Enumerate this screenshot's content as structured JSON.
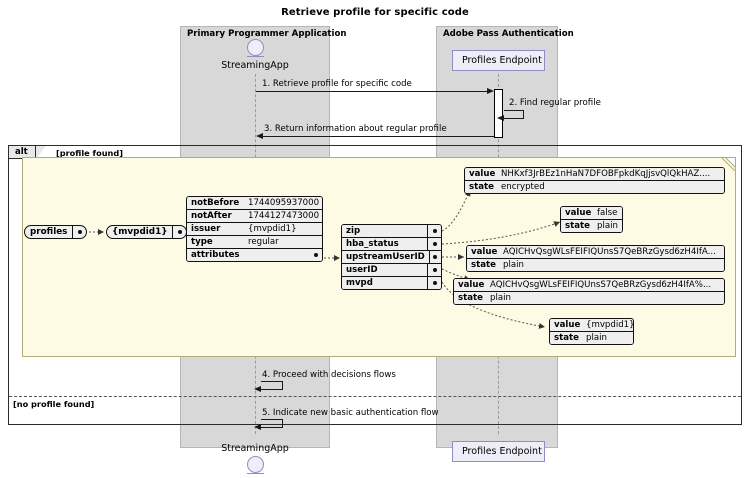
{
  "title": "Retrieve profile for specific code",
  "groups": [
    {
      "name": "Primary Programmer Application"
    },
    {
      "name": "Adobe Pass Authentication"
    }
  ],
  "participants": {
    "actor": {
      "name": "StreamingApp",
      "icon": "actor-icon"
    },
    "endpoint": {
      "name": "Profiles Endpoint"
    }
  },
  "messages": [
    {
      "num": "1.",
      "label": "1. Retrieve profile for specific code",
      "kind": "call"
    },
    {
      "num": "2.",
      "label": "2. Find regular profile",
      "kind": "self"
    },
    {
      "num": "3.",
      "label": "3. Return information about regular profile",
      "kind": "return"
    },
    {
      "num": "4.",
      "label": "4. Proceed with decisions flows",
      "kind": "self"
    },
    {
      "num": "5.",
      "label": "5. Indicate new basic authentication flow",
      "kind": "self"
    }
  ],
  "alt": {
    "operator": "alt",
    "guard_first": "[profile found]",
    "guard_second": "[no profile found]"
  },
  "note": {
    "root": {
      "label": "profiles"
    },
    "mvpd_key": {
      "label": "{mvpdid1}"
    },
    "profile_table": {
      "rows": [
        {
          "key": "notBefore",
          "value": "1744095937000",
          "link": false
        },
        {
          "key": "notAfter",
          "value": "1744127473000",
          "link": false
        },
        {
          "key": "issuer",
          "value": "{mvpdid1}",
          "link": false
        },
        {
          "key": "type",
          "value": "regular",
          "link": false
        },
        {
          "key": "attributes",
          "value": "",
          "link": true
        }
      ]
    },
    "attributes_table": {
      "rows": [
        {
          "key": "zip",
          "link": true
        },
        {
          "key": "hba_status",
          "link": true
        },
        {
          "key": "upstreamUserID",
          "link": true
        },
        {
          "key": "userID",
          "link": true
        },
        {
          "key": "mvpd",
          "link": true
        }
      ]
    },
    "value_boxes": [
      {
        "id": "zip-value",
        "value_key": "value",
        "state_key": "state",
        "value": "NHKxf3JrBEz1nHaN7DFOBFpkdKqJjsvQlQkHAZ....",
        "state": "encrypted"
      },
      {
        "id": "hba-status-value",
        "value_key": "value",
        "state_key": "state",
        "value": "false",
        "state": "plain"
      },
      {
        "id": "upstream-userid-value",
        "value_key": "value",
        "state_key": "state",
        "value": "AQICHvQsgWLsFEIFIQUnsS7QeBRzGysd6zH4IfA...",
        "state": "plain"
      },
      {
        "id": "userid-value",
        "value_key": "value",
        "state_key": "state",
        "value": "AQICHvQsgWLsFEIFIQUnsS7QeBRzGysd6zH4IfA%...",
        "state": "plain"
      },
      {
        "id": "mvpd-value",
        "value_key": "value",
        "state_key": "state",
        "value": "{mvpdid1}",
        "state": "plain"
      }
    ]
  },
  "colors": {
    "group_band": "#d8d8d8",
    "participant_fill": "#edeef8",
    "participant_border": "#8e8ec4",
    "note_fill": "#fdfbe4",
    "note_border": "#b0ad7a",
    "line": "#1a1a1a"
  }
}
